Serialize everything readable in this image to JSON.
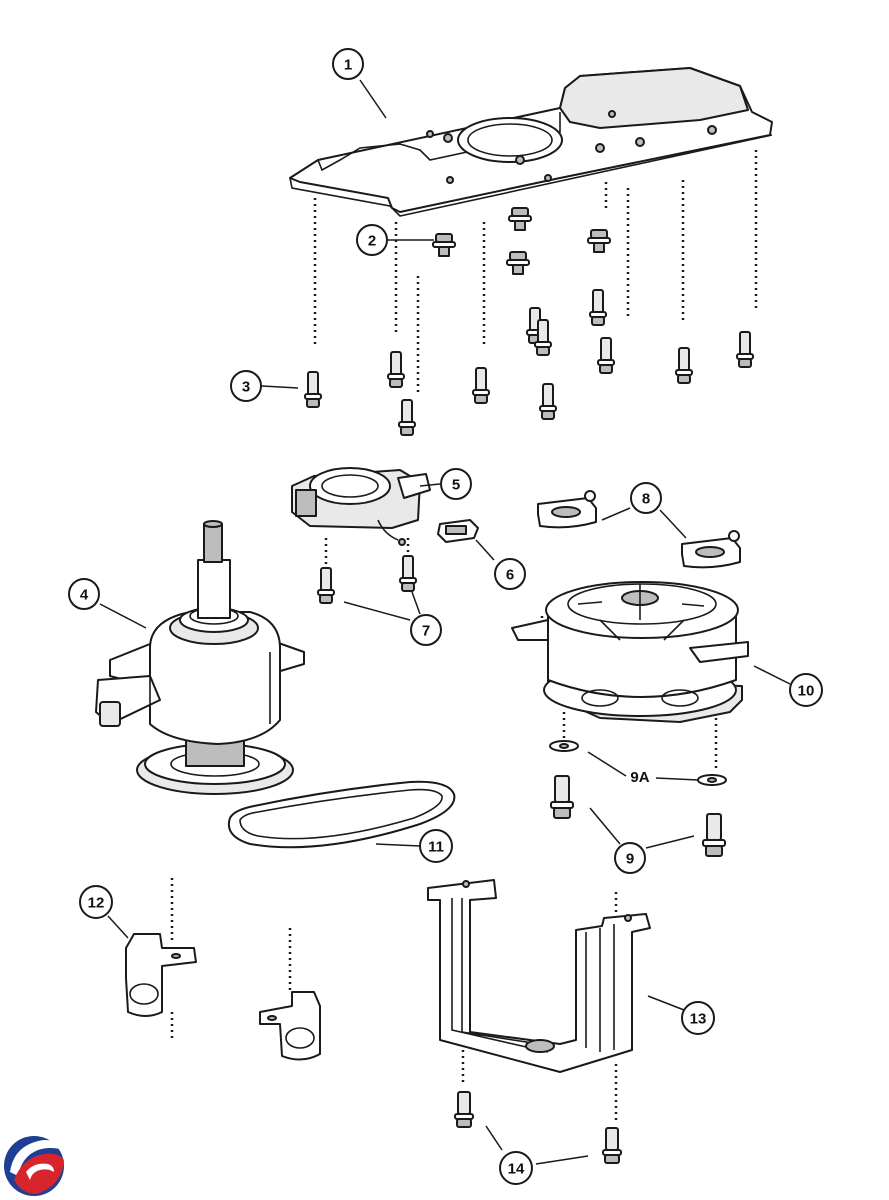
{
  "callouts": [
    {
      "id": "c1",
      "label": "1"
    },
    {
      "id": "c2",
      "label": "2"
    },
    {
      "id": "c3",
      "label": "3"
    },
    {
      "id": "c4",
      "label": "4"
    },
    {
      "id": "c5",
      "label": "5"
    },
    {
      "id": "c6",
      "label": "6"
    },
    {
      "id": "c7",
      "label": "7"
    },
    {
      "id": "c8",
      "label": "8"
    },
    {
      "id": "c9",
      "label": "9"
    },
    {
      "id": "c9a",
      "label": "9A"
    },
    {
      "id": "c10",
      "label": "10"
    },
    {
      "id": "c11",
      "label": "11"
    },
    {
      "id": "c12",
      "label": "12"
    },
    {
      "id": "c13",
      "label": "13"
    },
    {
      "id": "c14",
      "label": "14"
    }
  ],
  "colors": {
    "line": "#1a1a1a",
    "fill_light": "#e9e9e9",
    "fill_dark": "#bdbdbd",
    "logo_red": "#d7262b",
    "logo_blue": "#1f3f94"
  }
}
